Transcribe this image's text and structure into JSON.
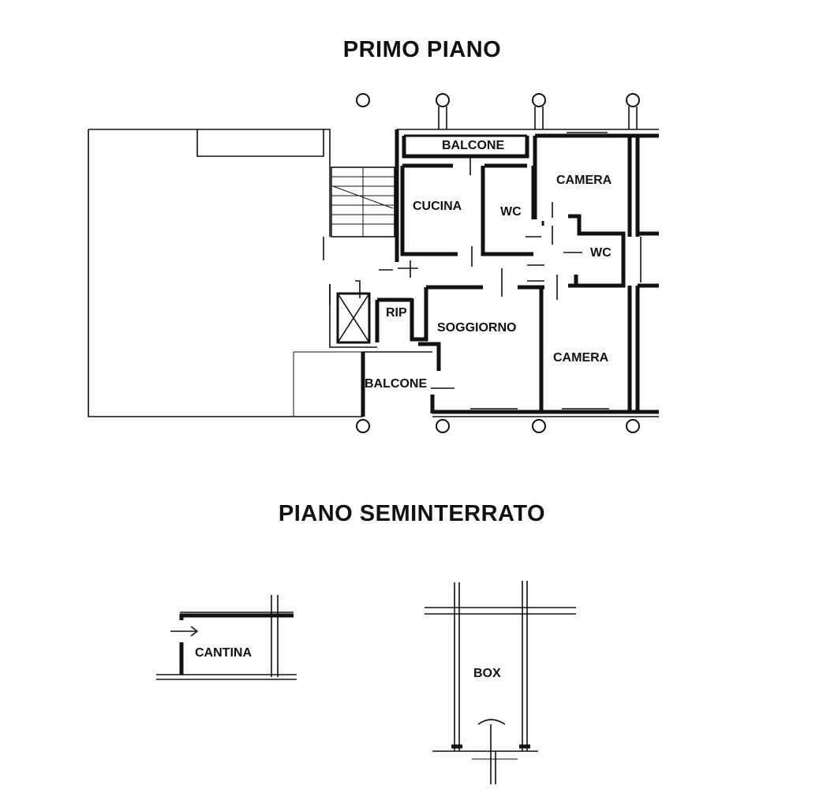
{
  "titles": {
    "first_floor": "PRIMO PIANO",
    "basement": "PIANO SEMINTERRATO"
  },
  "rooms": {
    "balcone_top": "BALCONE",
    "cucina": "CUCINA",
    "wc_1": "WC",
    "camera_top": "CAMERA",
    "wc_2": "WC",
    "rip": "RIP",
    "soggiorno": "SOGGIORNO",
    "camera_bottom": "CAMERA",
    "balcone_bottom": "BALCONE",
    "cantina": "CANTINA",
    "box": "BOX"
  },
  "colors": {
    "line": "#111111",
    "background": "#ffffff"
  }
}
